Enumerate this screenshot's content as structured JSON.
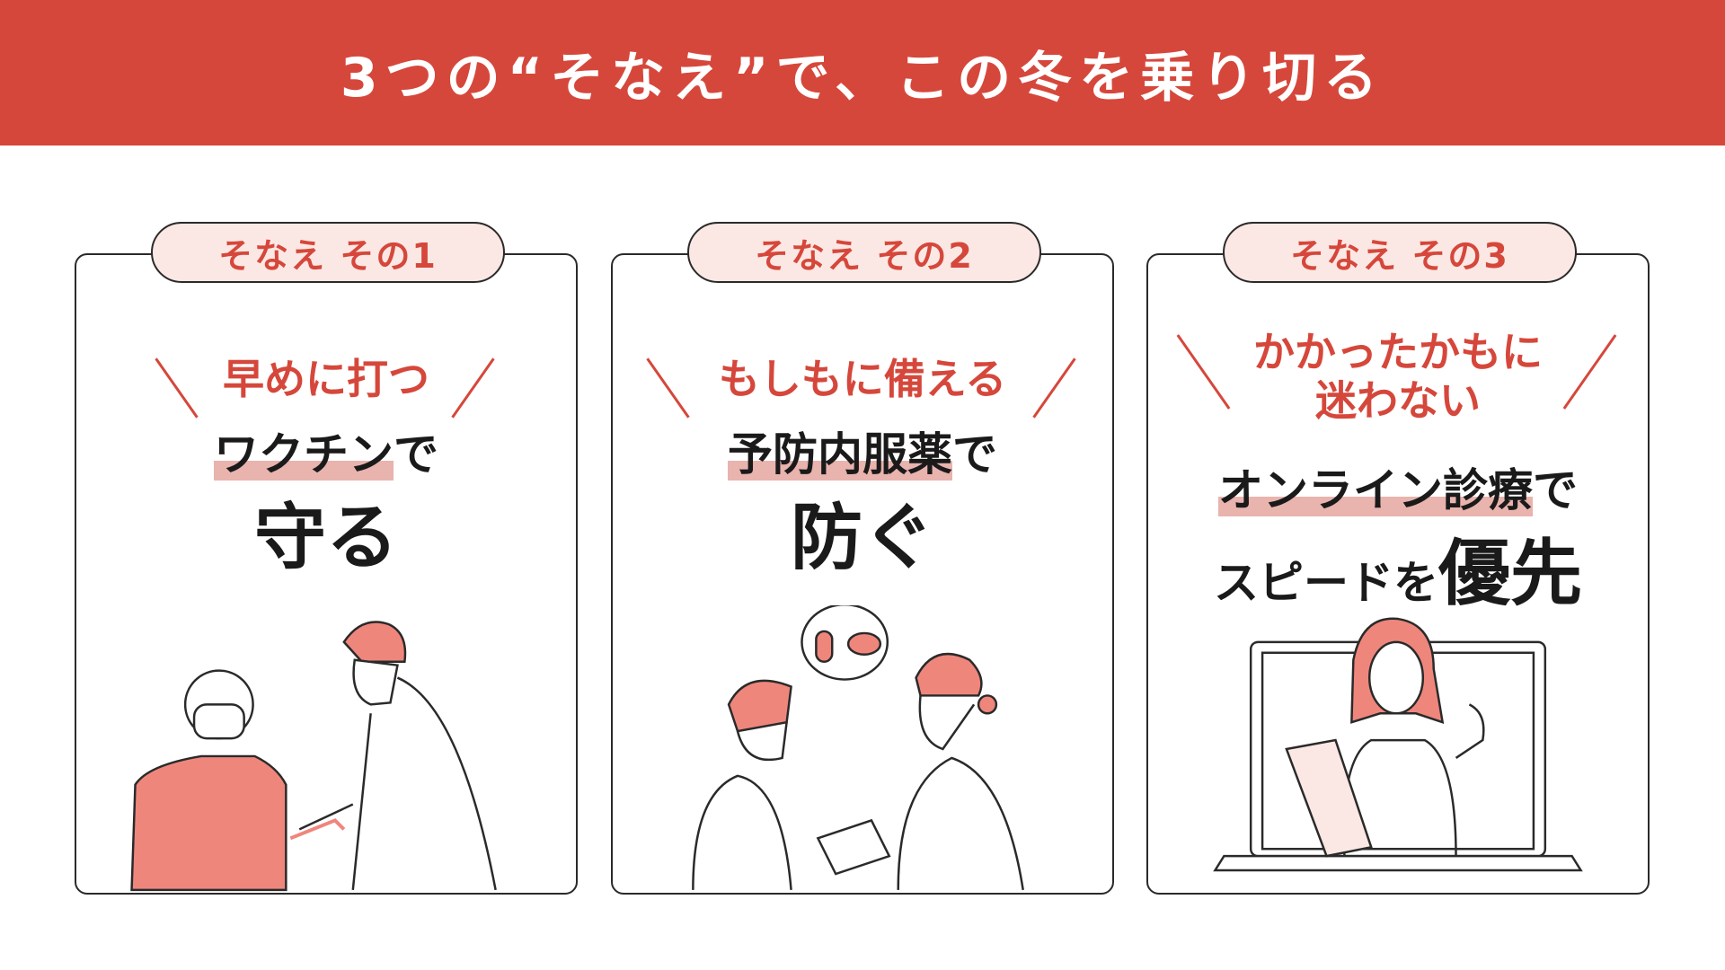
{
  "header": {
    "title": "3つの“そなえ”で、この冬を乗り切る"
  },
  "cards": [
    {
      "tag": "そなえ その1",
      "sub": [
        "早めに打つ"
      ],
      "main_hl": "ワクチン",
      "main_rest": "で",
      "main_line2": "守る"
    },
    {
      "tag": "そなえ その2",
      "sub": [
        "もしもに備える"
      ],
      "main_hl": "予防内服薬",
      "main_rest": "で",
      "main_line2": "防ぐ"
    },
    {
      "tag": "そなえ その3",
      "sub": [
        "かかったかもに",
        "迷わない"
      ],
      "main_hl": "オンライン診療",
      "main_rest": "で",
      "main_line2_a": "スピードを",
      "main_line2_b": "優先"
    }
  ],
  "colors": {
    "accent": "#d6473b",
    "highlight": "#e9b3ae",
    "pill_bg": "#fbe8e4",
    "figure": "#ef867c"
  }
}
